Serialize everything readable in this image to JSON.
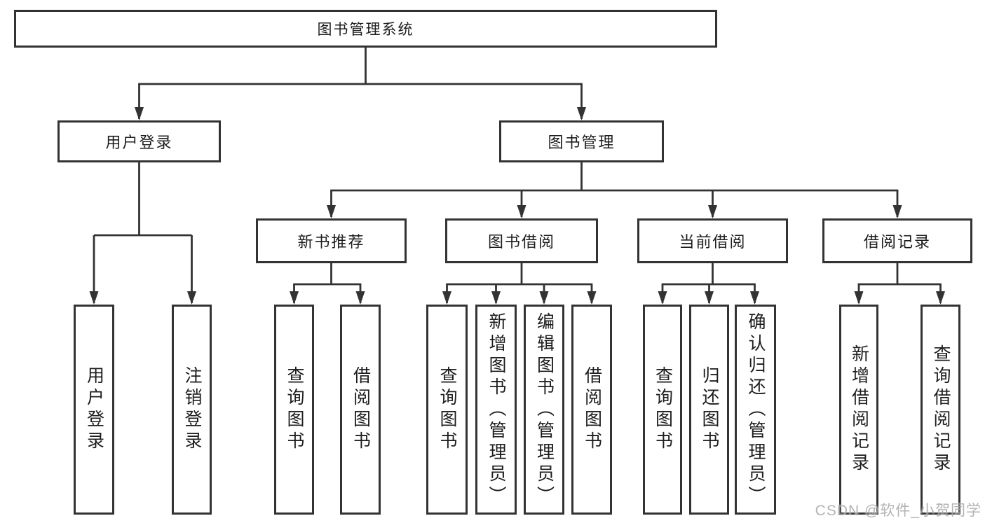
{
  "diagram": {
    "title": "图书管理系统",
    "branches": [
      {
        "label": "用户登录",
        "children": [
          "用户登录",
          "注销登录"
        ]
      },
      {
        "label": "图书管理",
        "groups": [
          {
            "label": "新书推荐",
            "children": [
              "查询图书",
              "借阅图书"
            ]
          },
          {
            "label": "图书借阅",
            "children": [
              "查询图书",
              "新增图书（管理员）",
              "编辑图书（管理员）",
              "借阅图书"
            ]
          },
          {
            "label": "当前借阅",
            "children": [
              "查询图书",
              "归还图书",
              "确认归还（管理员）"
            ]
          },
          {
            "label": "借阅记录",
            "children": [
              "新增借阅记录",
              "查询借阅记录"
            ]
          }
        ]
      }
    ],
    "line_color": "#333333",
    "box_background": "#ffffff"
  },
  "watermark": "CSDN @软件_小贺同学"
}
